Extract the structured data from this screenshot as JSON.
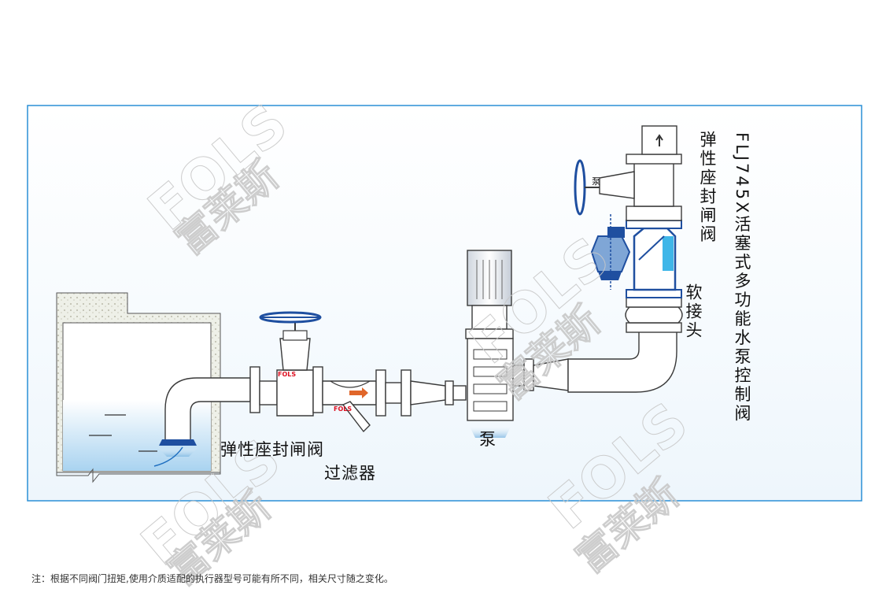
{
  "watermark": {
    "brand_latin": "FOLS",
    "brand_cn": "富莱斯"
  },
  "labels": {
    "gate_valve": "弹性座封闸阀",
    "filter": "过滤器",
    "pump": "泵",
    "gate_valve_outlet": "弹性座封闸阀",
    "soft_joint": "软接头",
    "control_valve": "FLJ745X活塞式多功能水泵控制阀",
    "small_pump_tag": "泵"
  },
  "product_tags": {
    "valve_brand": "FOLS",
    "filter_brand": "FOLS"
  },
  "footnote": "注：根据不同阀门扭矩,使用介质适配的执行器型号可能有所不同，相关尺寸随之变化。",
  "colors": {
    "frame": "#2a8fd6",
    "pipe_fill": "#ffffff",
    "pipe_stroke": "#3a3a3a",
    "water": "#bfe0f5",
    "valve_blue": "#1f4fa0",
    "accent": "#e0662a"
  }
}
